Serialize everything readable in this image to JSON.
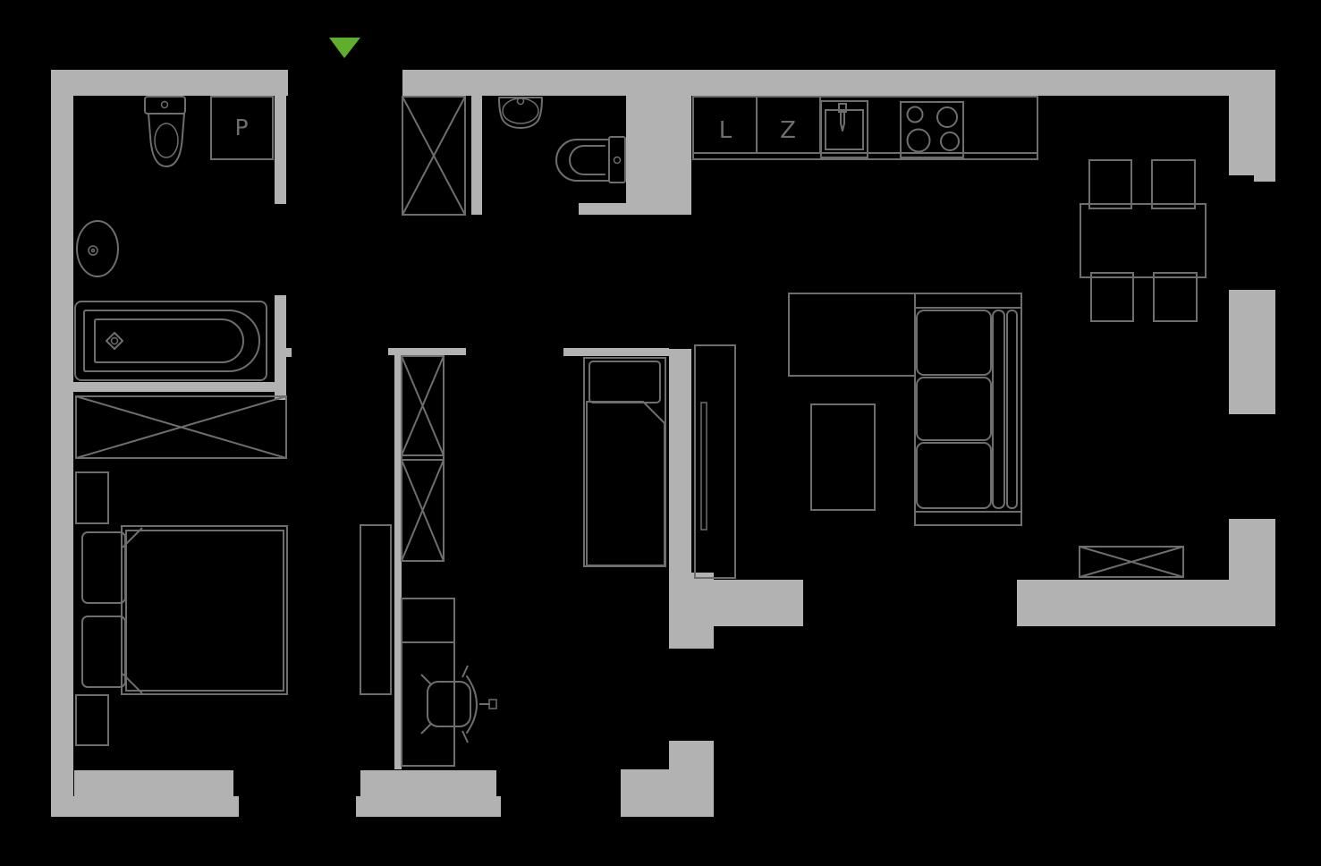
{
  "floorplan": {
    "type": "apartment-floor-plan",
    "colors": {
      "background": "#000000",
      "wall": "#b2b2b2",
      "furniture_line": "#6e6e6e",
      "entrance_marker": "#5fae2c"
    },
    "entrance": {
      "marker": "triangle-down"
    },
    "labels": {
      "washing_machine": "P",
      "fridge": "L",
      "dishwasher": "Z"
    }
  }
}
